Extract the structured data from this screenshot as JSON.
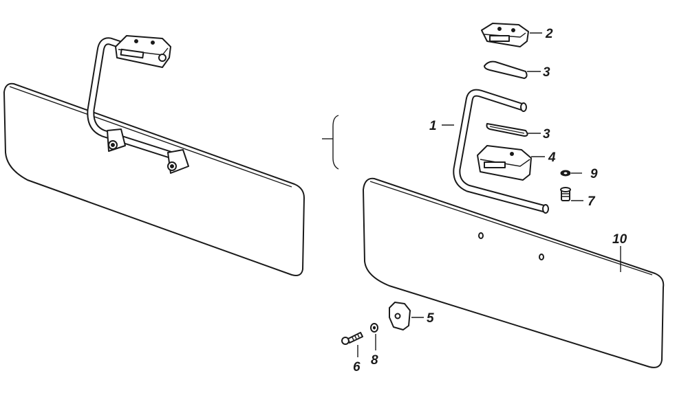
{
  "callouts": [
    {
      "id": "part-1",
      "label": "1"
    },
    {
      "id": "part-2",
      "label": "2"
    },
    {
      "id": "part-3a",
      "label": "3"
    },
    {
      "id": "part-3b",
      "label": "3"
    },
    {
      "id": "part-4",
      "label": "4"
    },
    {
      "id": "part-5",
      "label": "5"
    },
    {
      "id": "part-6",
      "label": "6"
    },
    {
      "id": "part-7",
      "label": "7"
    },
    {
      "id": "part-8",
      "label": "8"
    },
    {
      "id": "part-9",
      "label": "9"
    },
    {
      "id": "part-10",
      "label": "10"
    }
  ]
}
